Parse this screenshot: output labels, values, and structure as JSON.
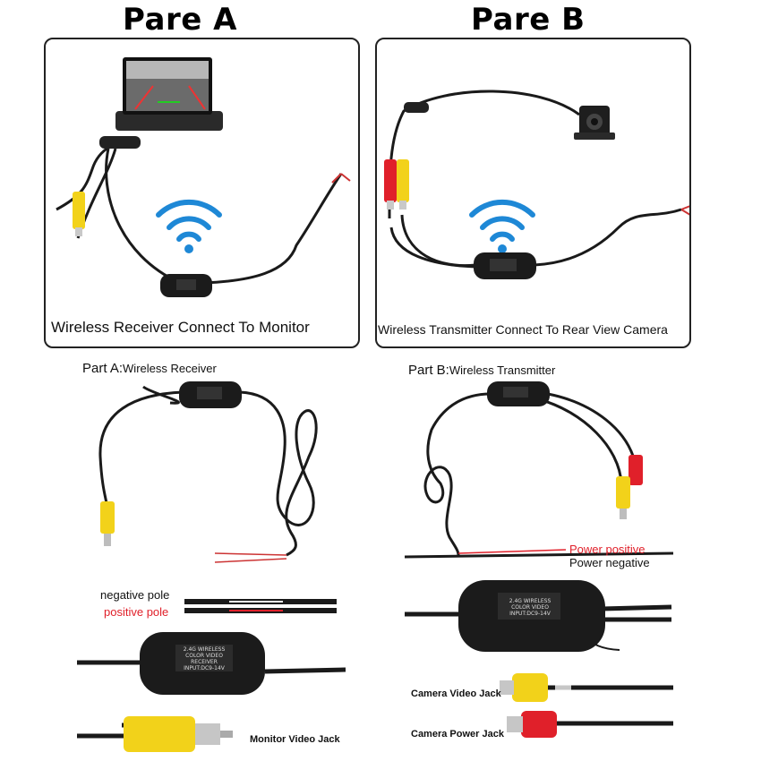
{
  "titles": {
    "pare_a": "Pare A",
    "pare_b": "Pare B"
  },
  "panels": {
    "a_caption": "Wireless Receiver Connect To Monitor",
    "b_caption": "Wireless Transmitter Connect To Rear View Camera"
  },
  "parts": {
    "a_prefix": "Part A:",
    "a_name": "Wireless Receiver",
    "b_prefix": "Part B:",
    "b_name": "Wireless Transmitter"
  },
  "wires": {
    "power_positive": "Power positive",
    "power_negative": "Power negative",
    "negative_pole": "negative pole",
    "positive_pole": "positive pole"
  },
  "jacks": {
    "camera_video": "Camera Video Jack",
    "camera_power": "Camera Power Jack",
    "monitor_video": "Monitor Video Jack"
  },
  "modules": {
    "receiver_lines": [
      "2.4G WIRELESS",
      "COLOR VIDEO",
      "RECEIVER",
      "INPUT:DC9-14V"
    ],
    "transmitter_lines": [
      "2.4G WIRELESS",
      "COLOR VIDEO",
      "INPUT:DC9-14V"
    ]
  },
  "colors": {
    "wire": "#1a1a1a",
    "rca_yellow": "#f2d21a",
    "rca_red": "#e0202a",
    "wifi_blue": "#1e88d6",
    "label_red": "#e0202a"
  },
  "icons": [
    "wifi-icon",
    "monitor-icon",
    "camera-icon",
    "rca-plug-icon",
    "wireless-module-icon"
  ]
}
